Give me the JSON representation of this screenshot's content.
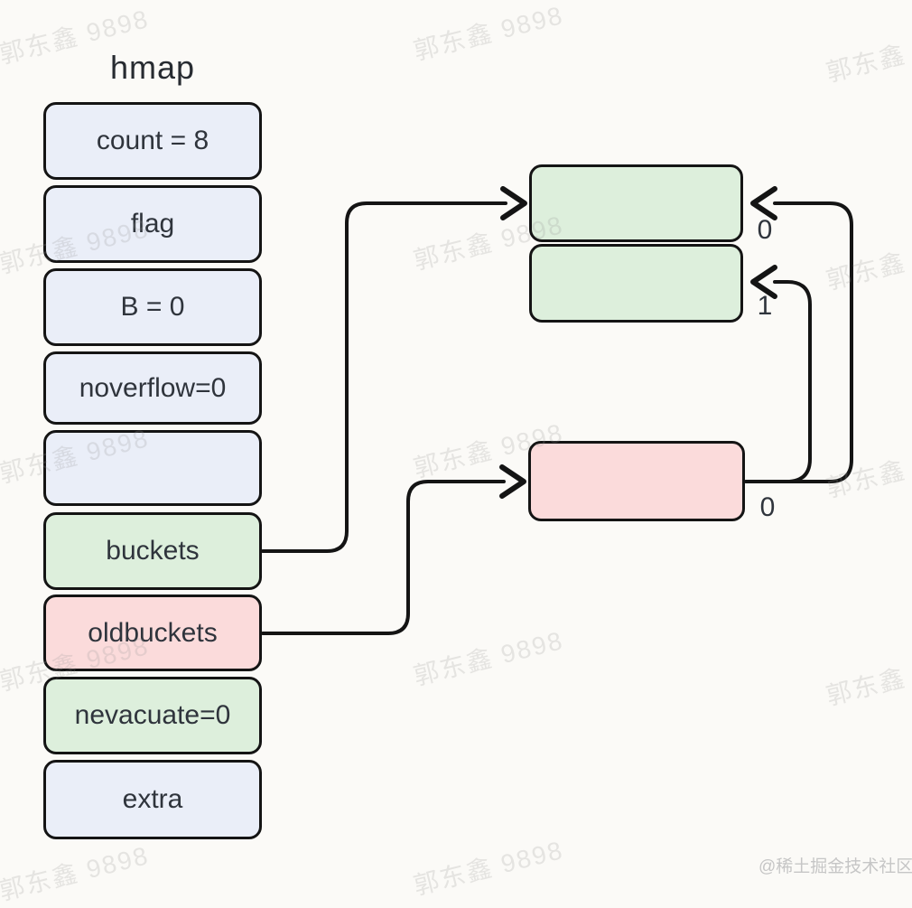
{
  "title": "hmap",
  "hmap_fields": [
    {
      "label": "count = 8",
      "variant": "default"
    },
    {
      "label": "flag",
      "variant": "default"
    },
    {
      "label": "B = 0",
      "variant": "default"
    },
    {
      "label": "noverflow=0",
      "variant": "default"
    },
    {
      "label": "",
      "variant": "default"
    },
    {
      "label": "buckets",
      "variant": "green"
    },
    {
      "label": "oldbuckets",
      "variant": "pink"
    },
    {
      "label": "nevacuate=0",
      "variant": "green"
    },
    {
      "label": "extra",
      "variant": "default"
    }
  ],
  "new_buckets": [
    {
      "index": "0",
      "variant": "green"
    },
    {
      "index": "1",
      "variant": "green"
    }
  ],
  "old_buckets": [
    {
      "index": "0",
      "variant": "pink"
    }
  ],
  "edges": [
    {
      "from": "buckets",
      "to": "new-bucket-0"
    },
    {
      "from": "oldbuckets",
      "to": "old-bucket-0"
    },
    {
      "from": "old-bucket-0",
      "to": "new-bucket-0"
    },
    {
      "from": "old-bucket-0",
      "to": "new-bucket-1"
    }
  ],
  "watermark": {
    "text": "郭东鑫 9898"
  },
  "credit": "@稀土掘金技术社区",
  "colors": {
    "background": "#fbfaf7",
    "field_fill": "#eaeef8",
    "green_fill": "#ddefdc",
    "pink_fill": "#fbdbdb",
    "border": "#141414",
    "text": "#2f343c",
    "watermark": "#bdbdbd"
  }
}
